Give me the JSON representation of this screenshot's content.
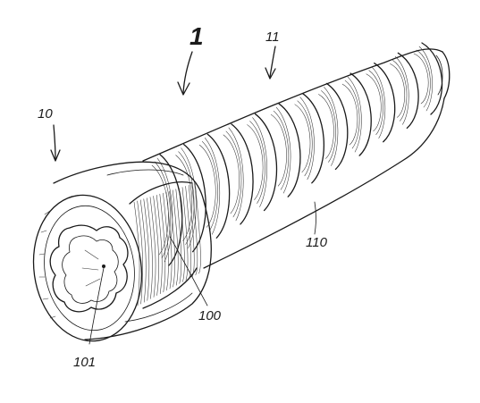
{
  "figure": {
    "labels": {
      "assembly": "1",
      "head": "10",
      "shank": "11",
      "knurl": "100",
      "socket": "101",
      "thread": "110"
    }
  }
}
